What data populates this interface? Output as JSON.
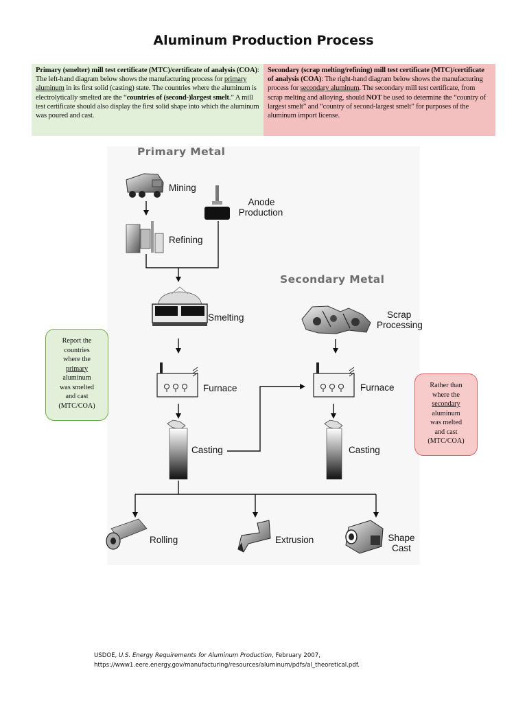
{
  "title": "Aluminum Production Process",
  "left_box": {
    "heading": "Primary (smelter) mill test certificate (MTC)/certificate of analysis (COA)",
    "text_1": ": The left-hand diagram below shows the manufacturing process for ",
    "link_text": "primary aluminum",
    "text_2": " in its first solid (casting) state. The countries where the aluminum is electrolytically smelted are the “",
    "bold_2": "countries of (second-)largest smelt",
    "text_3": ".” A mill test certificate should also display the first solid shape into which the aluminum was poured and cast."
  },
  "right_box": {
    "heading": "Secondary (scrap melting/refining) mill test certificate (MTC)/certificate of analysis (COA)",
    "text_1": ": The right-hand diagram below shows the manufacturing process for ",
    "link_text": "secondary aluminum",
    "text_2": ". The secondary mill test certificate, from scrap melting and alloying, should ",
    "bold_2": "NOT",
    "text_3": " be used to determine the “country of largest smelt” and “country of second-largest smelt” for purposes of the aluminum import license."
  },
  "diagram": {
    "primary_title": "Primary Metal",
    "secondary_title": "Secondary Metal",
    "labels": {
      "mining": "Mining",
      "anode_1": "Anode",
      "anode_2": "Production",
      "refining": "Refining",
      "smelting": "Smelting",
      "scrap_1": "Scrap",
      "scrap_2": "Processing",
      "furnace_left": "Furnace",
      "furnace_right": "Furnace",
      "casting_left": "Casting",
      "casting_right": "Casting",
      "rolling": "Rolling",
      "extrusion": "Extrusion",
      "shape_1": "Shape",
      "shape_2": "Cast"
    },
    "icons": [
      "mining-truck-icon",
      "anode-icon",
      "refinery-icon",
      "smelting-pot-icon",
      "scrap-pile-icon",
      "furnace-icon",
      "casting-ingot-icon",
      "rolling-coil-icon",
      "extrusion-profile-icon",
      "shape-cast-icon"
    ]
  },
  "callout_left": {
    "l1": "Report the",
    "l2": "countries",
    "l3": "where the",
    "l4": "primary",
    "l5": "aluminum",
    "l6": "was smelted",
    "l7": "and cast",
    "l8": "(MTC/COA)"
  },
  "callout_right": {
    "l1": "Rather than",
    "l2": "where the",
    "l3": "secondary",
    "l4": "aluminum",
    "l5": "was melted",
    "l6": "and cast",
    "l7": "(MTC/COA)"
  },
  "footer": {
    "prefix": "USDOE, ",
    "italic": "U.S. Energy Requirements for Aluminum Production",
    "suffix": ", February 2007,",
    "url": "https://www1.eere.energy.gov/manufacturing/resources/aluminum/pdfs/al_theoretical.pdf."
  },
  "colors": {
    "green_box": "#e2efd9",
    "red_box": "#f4bfbf",
    "green_border": "#70ad47",
    "red_border": "#e06666"
  }
}
